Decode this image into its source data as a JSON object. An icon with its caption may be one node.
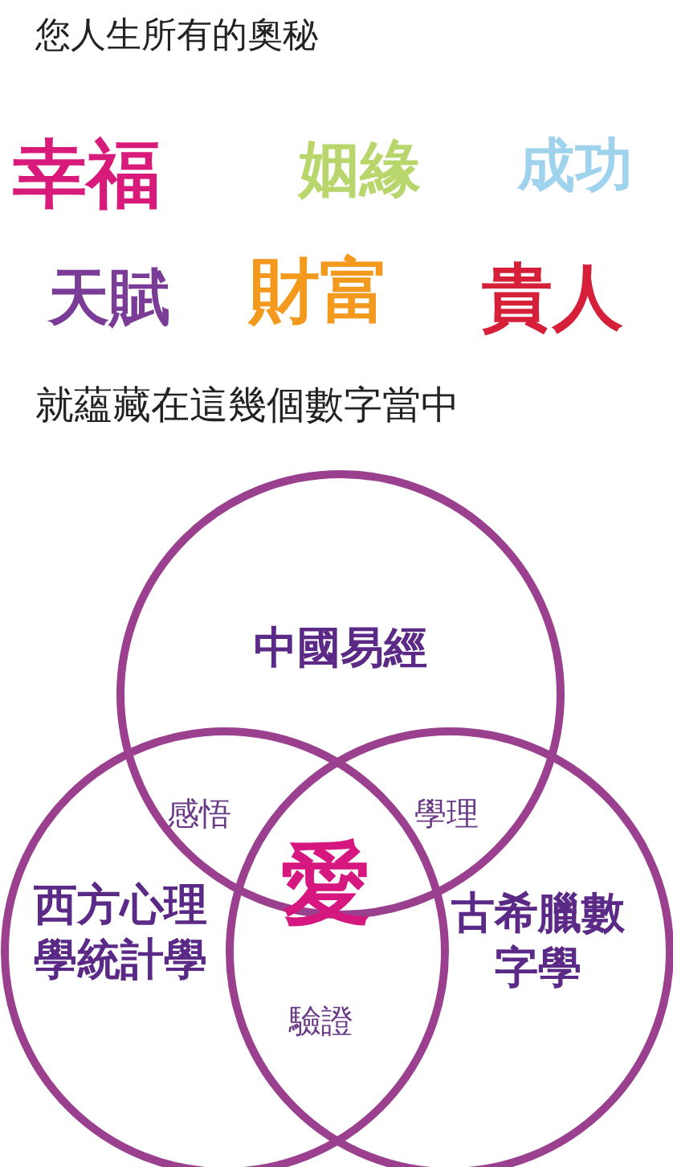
{
  "diagram": {
    "nodes": [
      {
        "text": [
          "中國易經"
        ]
      },
      {
        "text": [
          "西方心理學統計學"
        ]
      },
      {
        "text": [
          "古希臘數字學"
        ]
      }
    ],
    "labels": [
      "您人生所有的奧秘",
      "幸福",
      "姻緣",
      "成功",
      "天賦",
      "財富",
      "貴人",
      "就蘊藏在這幾個數字當中",
      "感悟",
      "學理",
      "愛",
      "驗證"
    ]
  }
}
